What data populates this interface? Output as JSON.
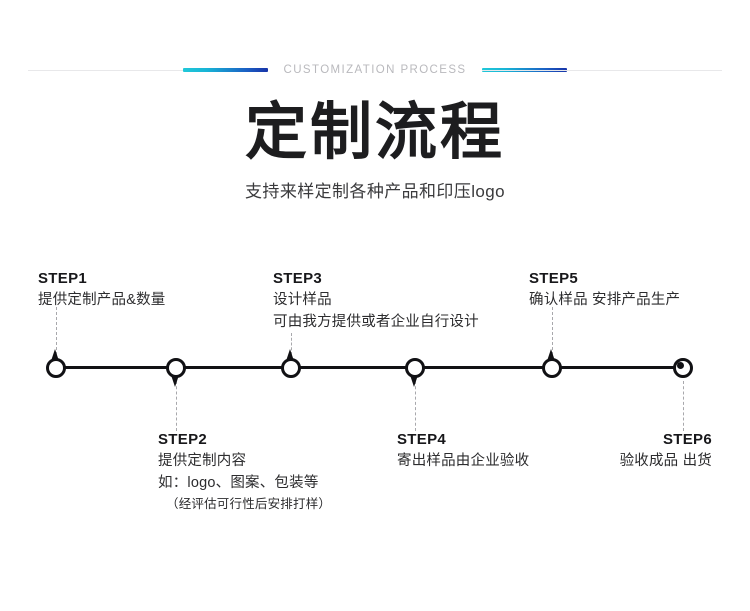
{
  "header": {
    "eyebrow": "CUSTOMIZATION PROCESS",
    "title": "定制流程",
    "subtitle": "支持来样定制各种产品和印压logo",
    "accent_cyan": "#21c8d8",
    "accent_blue": "#1834a8",
    "hairline_color": "#e8e8ea",
    "eyebrow_color": "#b9b9bd"
  },
  "timeline": {
    "line_color": "#111114",
    "connector_color": "#a8a8ac",
    "steps": [
      {
        "id": "step1",
        "title": "STEP1",
        "lines": [
          "提供定制产品&数量"
        ],
        "note": "",
        "position": "above",
        "marker": "pin-up"
      },
      {
        "id": "step2",
        "title": "STEP2",
        "lines": [
          "提供定制内容",
          "如：logo、图案、包装等"
        ],
        "note": "（经评估可行性后安排打样）",
        "position": "below",
        "marker": "pin-down"
      },
      {
        "id": "step3",
        "title": "STEP3",
        "lines": [
          "设计样品",
          "可由我方提供或者企业自行设计"
        ],
        "note": "",
        "position": "above",
        "marker": "pin-up"
      },
      {
        "id": "step4",
        "title": "STEP4",
        "lines": [
          "寄出样品由企业验收"
        ],
        "note": "",
        "position": "below",
        "marker": "pin-down"
      },
      {
        "id": "step5",
        "title": "STEP5",
        "lines": [
          "确认样品  安排产品生产"
        ],
        "note": "",
        "position": "above",
        "marker": "pin-up"
      },
      {
        "id": "step6",
        "title": "STEP6",
        "lines": [
          "验收成品 出货"
        ],
        "note": "",
        "position": "below",
        "marker": "target"
      }
    ]
  }
}
